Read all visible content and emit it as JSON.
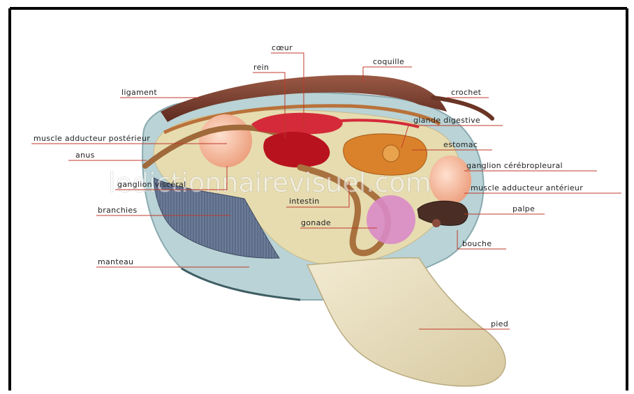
{
  "watermark": "ledictionnairevisuel.com",
  "labels": {
    "coeur": "cœur",
    "rein": "rein",
    "coquille": "coquille",
    "ligament": "ligament",
    "crochet": "crochet",
    "glande_digestive": "glande digestive",
    "muscle_adducteur_posterieur": "muscle adducteur postérieur",
    "estomac": "estomac",
    "anus": "anus",
    "ganglion_cerebropleural": "ganglion cérébropleural",
    "ganglion_visceral": "ganglion viscéral",
    "muscle_adducteur_anterieur": "muscle adducteur antérieur",
    "intestin": "intestin",
    "palpe": "palpe",
    "branchies": "branchies",
    "gonade": "gonade",
    "bouche": "bouche",
    "manteau": "manteau",
    "pied": "pied"
  },
  "colors": {
    "leader": "#c0392b",
    "shell": "#7a3b2a",
    "mantle": "#b9d3d6",
    "body": "#e6dcb0",
    "muscle": "#f3b493",
    "heart": "#d42a3a",
    "gills": "#6f7f9a",
    "digestive_gland": "#d9822b",
    "gonad": "#d98ac8"
  }
}
